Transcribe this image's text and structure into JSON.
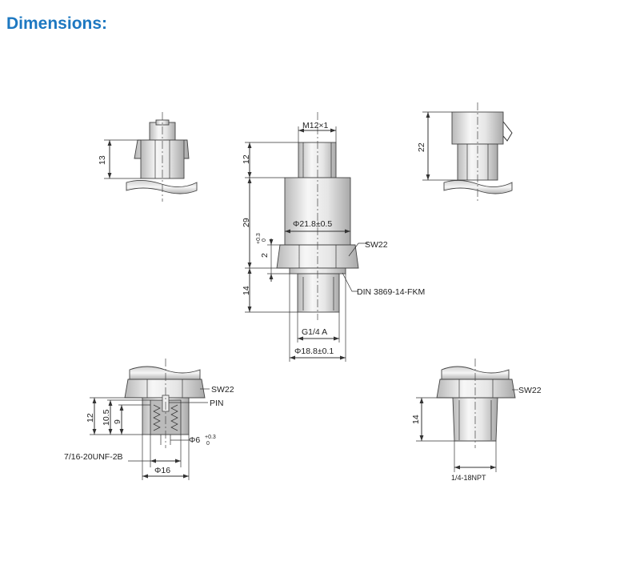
{
  "heading": "Dimensions:",
  "icons": {
    "arrowhead": "dimension-arrow-icon"
  },
  "colors": {
    "heading": "#1d78c1",
    "line": "#333333",
    "metal_light": "#f2f2f2",
    "metal_dark": "#bdbdbd"
  },
  "views": {
    "connector_top_left": {
      "height": "13"
    },
    "main": {
      "thread_top": "M12×1",
      "h_top": "12",
      "h_body": "29",
      "h_gap": "2",
      "h_gap_tol_upper": "+0.3",
      "h_gap_tol_lower": "0",
      "h_thread": "14",
      "body_dia": "Φ21.8±0.5",
      "hex": "SW22",
      "seal": "DIN 3869-14-FKM",
      "thread": "G1/4 A",
      "seal_dia": "Φ18.8±0.1"
    },
    "connector_top_right": {
      "height": "22"
    },
    "bottom_left": {
      "hex": "SW22",
      "pin": "PIN",
      "h_total": "12",
      "h_thread": "10.5",
      "h_bore": "9",
      "bore_dia": "Φ6",
      "bore_tol_upper": "+0.3",
      "bore_tol_lower": "0",
      "thread": "7/16-20UNF-2B",
      "outer_dia": "Φ16"
    },
    "bottom_right": {
      "hex": "SW22",
      "h_thread": "14",
      "thread": "1/4-18NPT"
    }
  }
}
